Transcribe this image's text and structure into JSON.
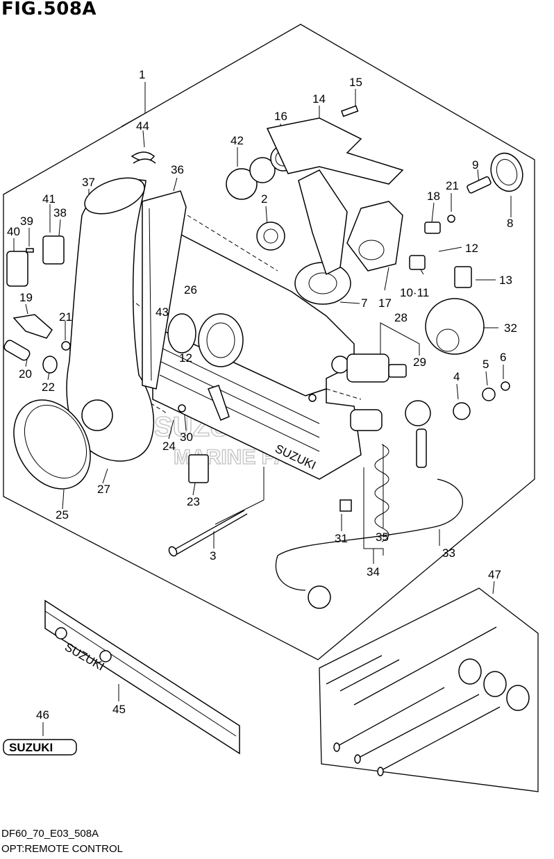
{
  "figure": {
    "title": "FIG.508A",
    "model_code": "DF60_70_E03_508A",
    "caption": "OPT:REMOTE CONTROL"
  },
  "watermark": {
    "line1": "SUZUKI",
    "line2": "MARINE PARTS"
  },
  "part_labels": [
    "1",
    "2",
    "3",
    "4",
    "5",
    "6",
    "7",
    "8",
    "9",
    "10·11",
    "12",
    "12",
    "13",
    "14",
    "15",
    "16",
    "17",
    "18",
    "19",
    "20",
    "21",
    "21",
    "22",
    "23",
    "24",
    "25",
    "26",
    "27",
    "28",
    "29",
    "30",
    "31",
    "32",
    "33",
    "34",
    "35",
    "36",
    "37",
    "38",
    "39",
    "40",
    "41",
    "42",
    "43",
    "44",
    "45",
    "46",
    "47"
  ],
  "part_text": {
    "body_badge": "SUZUKI",
    "side_badge": "SUZUKI",
    "emblem": "SUZUKI"
  }
}
